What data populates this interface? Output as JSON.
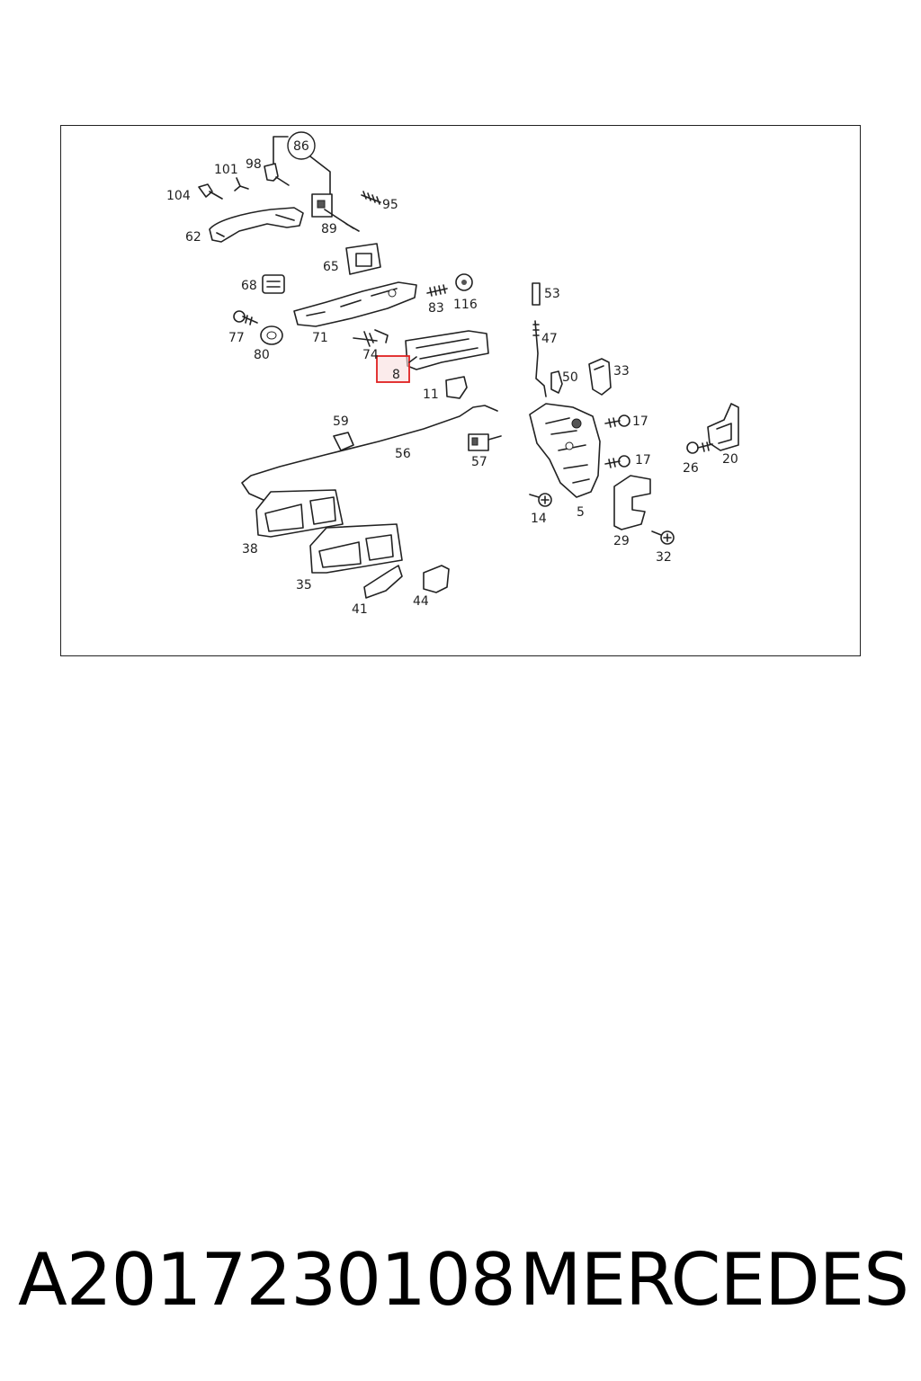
{
  "diagram": {
    "highlighted_part": "8",
    "labels": {
      "p86": "86",
      "p98": "98",
      "p101": "101",
      "p104": "104",
      "p95": "95",
      "p89": "89",
      "p62": "62",
      "p65": "65",
      "p68": "68",
      "p83": "83",
      "p116": "116",
      "p53": "53",
      "p77": "77",
      "p71": "71",
      "p80": "80",
      "p74": "74",
      "p47": "47",
      "p8": "8",
      "p11": "11",
      "p50": "50",
      "p33": "33",
      "p59": "59",
      "p17a": "17",
      "p17b": "17",
      "p20": "20",
      "p26": "26",
      "p56": "56",
      "p57": "57",
      "p14": "14",
      "p5": "5",
      "p29": "29",
      "p32": "32",
      "p38": "38",
      "p35": "35",
      "p41": "41",
      "p44": "44"
    },
    "colors": {
      "line": "#222222",
      "highlight": "#e02020",
      "highlight_fill": "#f8dede"
    }
  },
  "caption": {
    "part_number": "A2017230108",
    "brand": "MERCEDES"
  }
}
